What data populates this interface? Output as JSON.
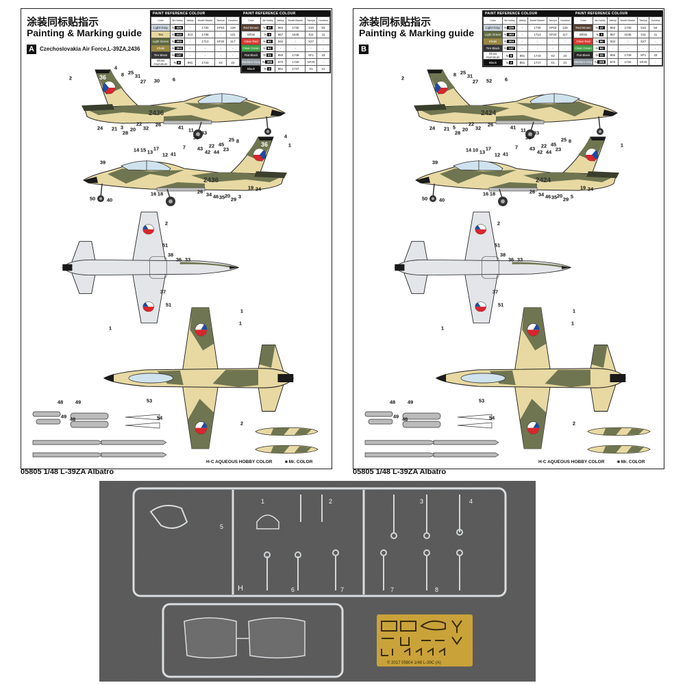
{
  "panels": [
    {
      "badge": "A",
      "heading_zh": "涂装同标贴指示",
      "heading": "Painting & Marking guide",
      "subtitle": "Czechoslovakia Air Force,L-39ZA,2436",
      "fuselage_code": "2436",
      "tail_code": "36",
      "caption": "05805  1/48  L-39ZA Albatro",
      "legend_hc": "H·C  AQUEOUS HOBBY COLOR",
      "legend_mr": "Mr. COLOR",
      "callouts": [
        "4",
        "2",
        "8",
        "25",
        "31",
        "27",
        "30",
        "6",
        "24",
        "21",
        "3",
        "28",
        "20",
        "22",
        "32",
        "26",
        "41",
        "11",
        "36",
        "33",
        "4",
        "1",
        "25",
        "8",
        "45",
        "22",
        "43",
        "42",
        "44",
        "23",
        "7",
        "41",
        "12",
        "17",
        "13",
        "15",
        "14",
        "39",
        "50",
        "40",
        "16",
        "18",
        "26",
        "34",
        "46",
        "35",
        "20",
        "29",
        "3",
        "19",
        "24",
        "2",
        "51",
        "38",
        "36",
        "33",
        "37",
        "51",
        "1",
        "1",
        "1",
        "2",
        "48",
        "49",
        "49",
        "48",
        "53",
        "54"
      ],
      "tables": [
        {
          "title": "PAINT REFERENCE COLOUR",
          "headers": [
            "Color",
            "Mr.Hobby",
            "Vallejo",
            "Model Master",
            "Tamiya",
            "Humbrol"
          ],
          "rows": [
            {
              "swatch": "#c9d3dc",
              "name": "Light Gray",
              "mr": "325",
              "vallejo": "-",
              "mm": "1730",
              "tamiya": "XF53",
              "humbrol": "129"
            },
            {
              "swatch": "#e6d79c",
              "name": "Tan",
              "mr": "313",
              "vallejo": "313",
              "mm": "1736",
              "tamiya": "-",
              "humbrol": "121"
            },
            {
              "swatch": "#5f6a3e",
              "name": "Light Green",
              "mr": "303",
              "vallejo": "-",
              "mm": "1713",
              "tamiya": "XF20",
              "humbrol": "117"
            },
            {
              "swatch": "#9a8740",
              "name": "Khaki",
              "mr": "304",
              "vallejo": "-",
              "mm": "-",
              "tamiya": "-",
              "humbrol": "-"
            },
            {
              "swatch": "#333333",
              "name": "Tire Black",
              "mr": "137",
              "vallejo": "-",
              "mm": "-",
              "tamiya": "-",
              "humbrol": "-"
            },
            {
              "swatch": "#ffffff",
              "name": "Gloss Aluminum",
              "mr": "8",
              "vallejo": "991",
              "mm": "1743",
              "tamiya": "X2",
              "humbrol": "22"
            }
          ]
        },
        {
          "title": "PAINT REFERENCE COLOUR",
          "headers": [
            "Color",
            "Mr.Hobby",
            "Vallejo",
            "Model Master",
            "Tamiya",
            "Humbrol"
          ],
          "rows": [
            {
              "swatch": "#5a4133",
              "name": "Red Brown",
              "mr": "47",
              "vallejo": "863",
              "mm": "1730",
              "tamiya": "X10",
              "humbrol": "53"
            },
            {
              "swatch": "#ffffff",
              "name": "White",
              "mr": "1",
              "vallejo": "957",
              "mm": "1545",
              "tamiya": "X11",
              "humbrol": "11"
            },
            {
              "swatch": "#d83a32",
              "name": "Clear Red",
              "mr": "90",
              "vallejo": "934",
              "mm": "-",
              "tamiya": "X27",
              "humbrol": "-"
            },
            {
              "swatch": "#3fa044",
              "name": "Clear Green",
              "mr": "94",
              "vallejo": "-",
              "mm": "-",
              "tamiya": "-",
              "humbrol": "-"
            },
            {
              "swatch": "#262626",
              "name": "Flat Black",
              "mr": "33",
              "vallejo": "950",
              "mm": "1749",
              "tamiya": "XF1",
              "humbrol": "33"
            },
            {
              "swatch": "#909aa0",
              "name": "Medium Gray",
              "mr": "308",
              "vallejo": "870",
              "mm": "1725",
              "tamiya": "XF20",
              "humbrol": "-"
            },
            {
              "swatch": "#111111",
              "name": "Black",
              "mr": "2",
              "vallejo": "861",
              "mm": "1747",
              "tamiya": "X1",
              "humbrol": "21"
            }
          ]
        }
      ]
    },
    {
      "badge": "B",
      "heading_zh": "涂装同标贴指示",
      "heading": "Painting & Marking guide",
      "subtitle": "",
      "fuselage_code": "2424",
      "tail_code": "",
      "caption": "05805  1/48  L-39ZA Albatro",
      "legend_hc": "H·C  AQUEOUS HOBBY COLOR",
      "legend_mr": "Mr. COLOR",
      "callouts": [
        "",
        "2",
        "8",
        "25",
        "31",
        "27",
        "52",
        "6",
        "24",
        "21",
        "5",
        "28",
        "20",
        "22",
        "32",
        "26",
        "41",
        "11",
        "36",
        "33",
        "",
        "1",
        "25",
        "8",
        "45",
        "22",
        "43",
        "42",
        "44",
        "23",
        "7",
        "41",
        "12",
        "17",
        "13",
        "10",
        "14",
        "39",
        "50",
        "40",
        "16",
        "18",
        "26",
        "34",
        "46",
        "35",
        "20",
        "29",
        "5",
        "19",
        "24",
        "2",
        "51",
        "38",
        "36",
        "33",
        "37",
        "51",
        "1",
        "1",
        "1",
        "2",
        "48",
        "49",
        "49",
        "48",
        "53",
        "54"
      ],
      "tables": [
        {
          "title": "PAINT REFERENCE COLOUR",
          "headers": [
            "Color",
            "Mr.Hobby",
            "Vallejo",
            "Model Master",
            "Tamiya",
            "Humbrol"
          ],
          "rows": [
            {
              "swatch": "#c9d3dc",
              "name": "Light Gray",
              "mr": "325",
              "vallejo": "-",
              "mm": "1730",
              "tamiya": "XF53",
              "humbrol": "129"
            },
            {
              "swatch": "#5f6a3e",
              "name": "Light Green",
              "mr": "303",
              "vallejo": "-",
              "mm": "1713",
              "tamiya": "XF20",
              "humbrol": "117"
            },
            {
              "swatch": "#9a8740",
              "name": "Khaki",
              "mr": "304",
              "vallejo": "-",
              "mm": "-",
              "tamiya": "-",
              "humbrol": "-"
            },
            {
              "swatch": "#333333",
              "name": "Tire Black",
              "mr": "137",
              "vallejo": "-",
              "mm": "-",
              "tamiya": "-",
              "humbrol": "-"
            },
            {
              "swatch": "#ffffff",
              "name": "Gloss Aluminum",
              "mr": "8",
              "vallejo": "991",
              "mm": "1743",
              "tamiya": "X2",
              "humbrol": "22"
            },
            {
              "swatch": "#111111",
              "name": "Black",
              "mr": "2",
              "vallejo": "861",
              "mm": "1747",
              "tamiya": "X1",
              "humbrol": "21"
            }
          ]
        },
        {
          "title": "PAINT REFERENCE COLOUR",
          "headers": [
            "Color",
            "Mr.Hobby",
            "Vallejo",
            "Model Master",
            "Tamiya",
            "Humbrol"
          ],
          "rows": [
            {
              "swatch": "#5a4133",
              "name": "Red Brown",
              "mr": "47",
              "vallejo": "863",
              "mm": "1730",
              "tamiya": "X10",
              "humbrol": "53"
            },
            {
              "swatch": "#ffffff",
              "name": "White",
              "mr": "1",
              "vallejo": "957",
              "mm": "1545",
              "tamiya": "X11",
              "humbrol": "11"
            },
            {
              "swatch": "#d83a32",
              "name": "Clear Red",
              "mr": "90",
              "vallejo": "934",
              "mm": "-",
              "tamiya": "X27",
              "humbrol": "-"
            },
            {
              "swatch": "#3fa044",
              "name": "Clear Green",
              "mr": "94",
              "vallejo": "-",
              "mm": "-",
              "tamiya": "-",
              "humbrol": "-"
            },
            {
              "swatch": "#262626",
              "name": "Flat Black",
              "mr": "33",
              "vallejo": "950",
              "mm": "1749",
              "tamiya": "XF1",
              "humbrol": "33"
            },
            {
              "swatch": "#909aa0",
              "name": "Medium Gray",
              "mr": "308",
              "vallejo": "870",
              "mm": "1725",
              "tamiya": "XF20",
              "humbrol": "-"
            }
          ]
        }
      ]
    }
  ],
  "photo": {
    "sprue_letter": "H",
    "part_numbers": [
      "1",
      "2",
      "3",
      "4",
      "5",
      "6",
      "7",
      "7",
      "8"
    ],
    "pe_text": "© 2017  05804  1/48  L-39C (A)"
  },
  "colors": {
    "tan": "#e8d9a3",
    "olive": "#6f7550",
    "black": "#1a1a1a",
    "light_gray": "#e3e5e8",
    "canopy": "#cfe3ee",
    "roundel_red": "#d8262c",
    "roundel_blue": "#1f4aa0",
    "photo_bg": "#4a4a4a",
    "pe_gold": "#c9a23a"
  }
}
